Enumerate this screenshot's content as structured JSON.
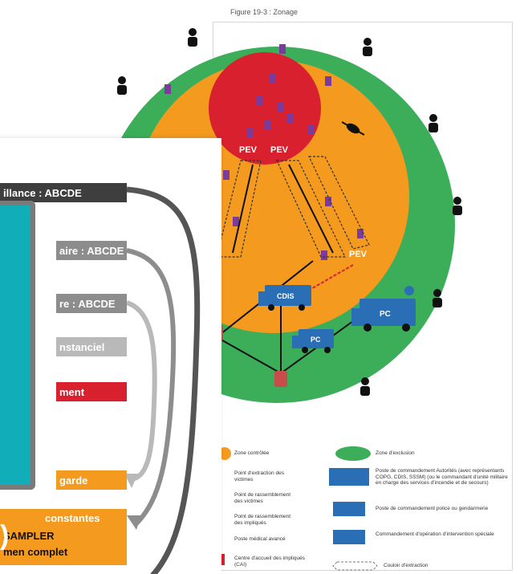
{
  "figure": {
    "title": "Figure 19-3 : Zonage",
    "pev_labels": [
      "PEV",
      "PEV",
      "PEV"
    ],
    "vehicle_labels": {
      "cdis": "CDIS",
      "pc_small": "PC",
      "pc_large": "PC"
    },
    "colors": {
      "exclusion": "#3cae5a",
      "controlled": "#f39a1f",
      "danger": "#d8202f",
      "vehicle": "#2a6fb5",
      "dark_bar": "#3e3e3e",
      "grey_bar": "#8d8d8d",
      "light_bar": "#b9b9b9",
      "red_bar": "#d8202f",
      "orange_bar": "#f39a1f",
      "teal": "#11adb8"
    }
  },
  "legend": {
    "zone_controlee": "Zone contrôlée",
    "zone_exclusion": "Zone d'exclusion",
    "point_extraction": "Point d'extraction des victimes",
    "point_rassemblement_victimes": "Point de rassemblement des victimes",
    "point_rassemblement_impliques": "Point de rassemblement des impliqués",
    "poste_medical": "Poste médical avancé",
    "centre_accueil": "Centre d'accueil des impliqués (CAI)",
    "poste_commandement_operationnel": "Poste de commandement Autorités (avec représentants COPG, CDIS, SSSM) (ou le commandant d'unité militaire en charge des services d'incendie et de secours)",
    "poste_commandement_police": "Poste de commandement police ou gendarmerie",
    "commandement_intervention": "Commandement d'opération d'intervention spéciale",
    "couloir_extraction": "Couloir d'extraction"
  },
  "overlay": {
    "bars": [
      "illance : ABCDE",
      "aire : ABCDE",
      "re : ABCDE",
      "nstanciel",
      "ment",
      "garde",
      "constantes",
      "SAMPLER",
      "men complet"
    ],
    "teal_text": ")"
  }
}
